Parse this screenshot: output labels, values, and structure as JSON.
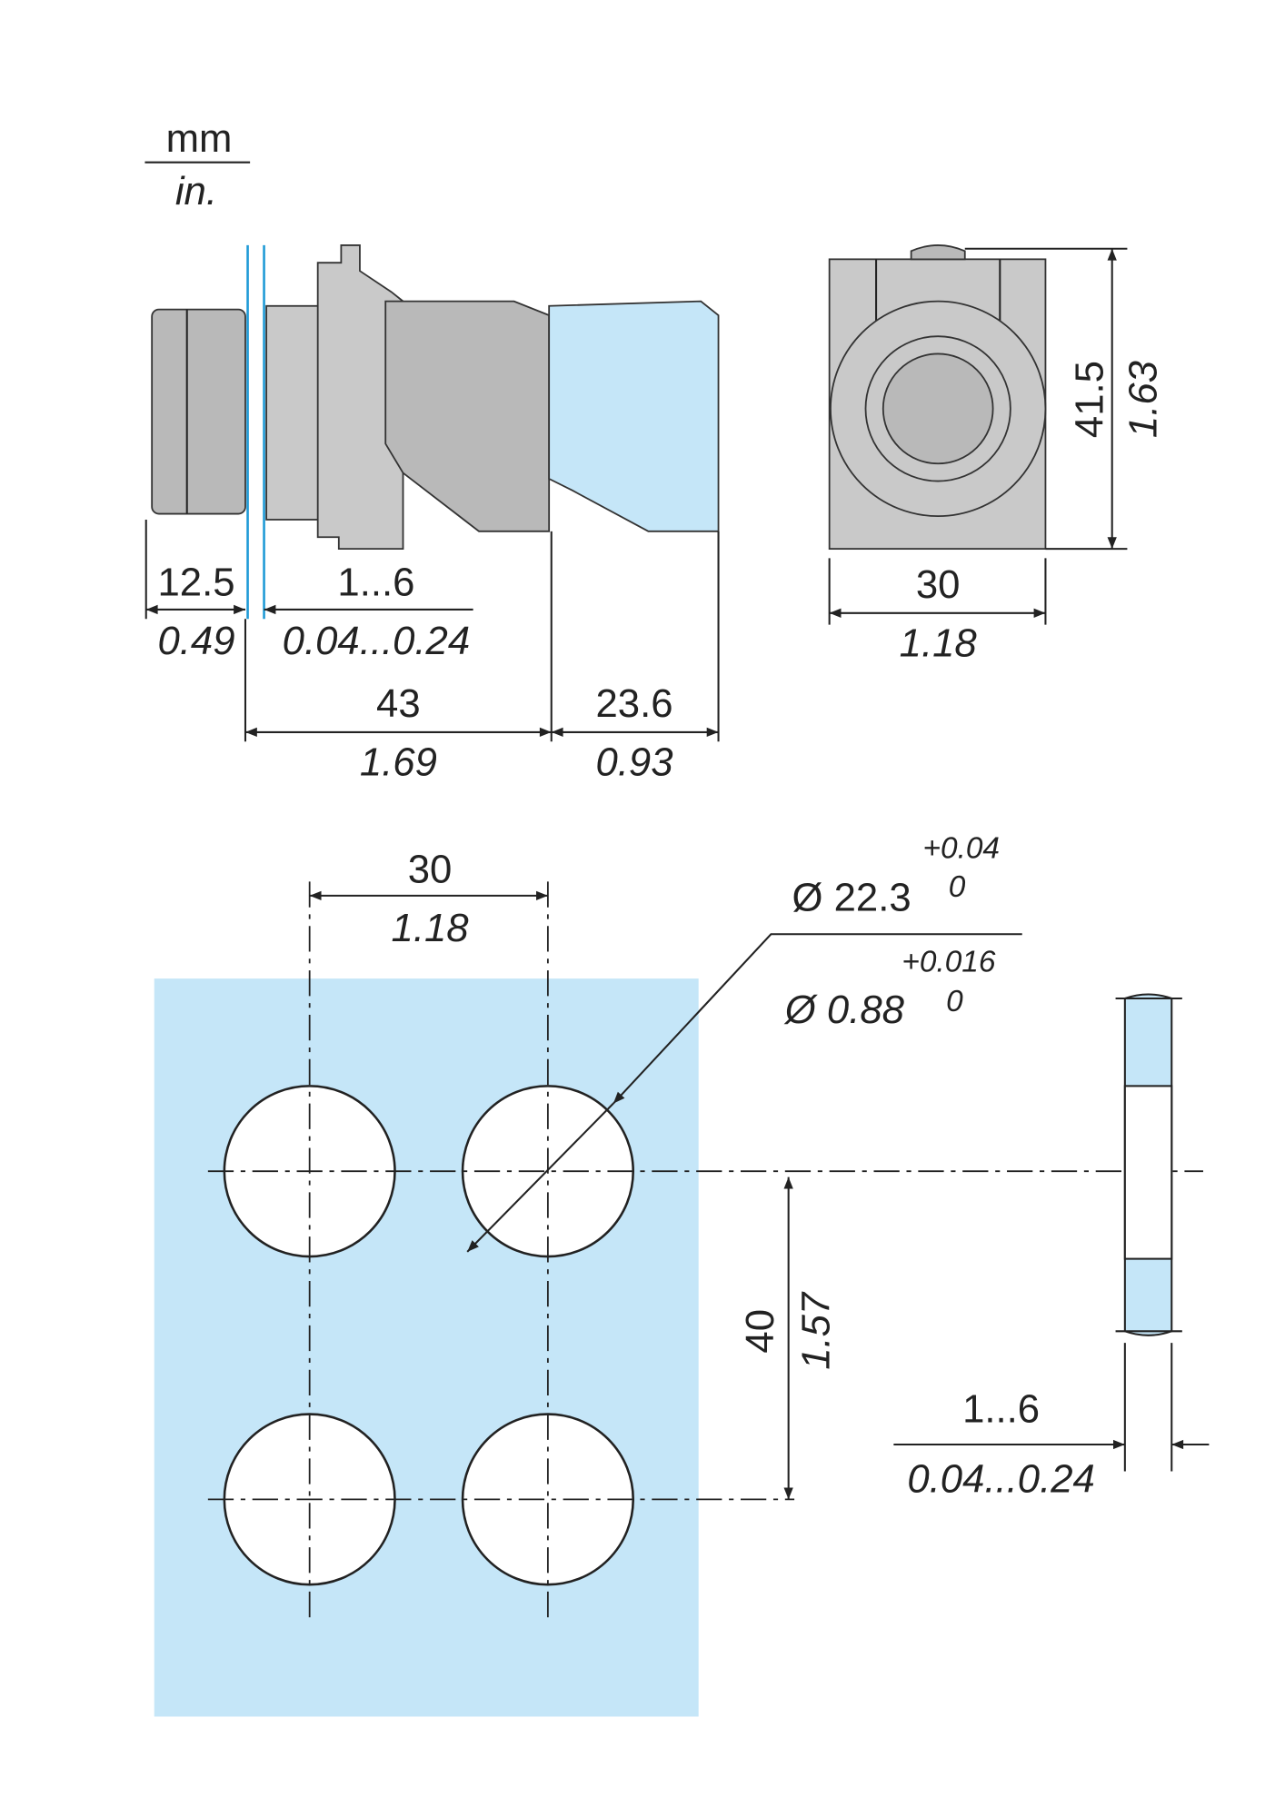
{
  "units": {
    "primary": "mm",
    "secondary": "in."
  },
  "side_view": {
    "head_depth": {
      "mm": "12.5",
      "in": "0.49"
    },
    "panel_thickness": {
      "mm": "1...6",
      "in": "0.04...0.24"
    },
    "body_depth": {
      "mm": "43",
      "in": "1.69"
    },
    "extra_block_depth": {
      "mm": "23.6",
      "in": "0.93"
    }
  },
  "front_view": {
    "width": {
      "mm": "30",
      "in": "1.18"
    },
    "height": {
      "mm": "41.5",
      "in": "1.63"
    }
  },
  "panel_cutout": {
    "horizontal_spacing": {
      "mm": "30",
      "in": "1.18"
    },
    "vertical_spacing": {
      "mm": "40",
      "in": "1.57"
    },
    "hole_diameter_mm": {
      "symbol": "Ø",
      "value": "Ø 22.3",
      "tol_upper": "+0.04",
      "tol_lower": "0"
    },
    "hole_diameter_in": {
      "value": "Ø 0.88",
      "tol_upper": "+0.016",
      "tol_lower": "0"
    },
    "panel_thickness": {
      "mm": "1...6",
      "in": "0.04...0.24"
    }
  },
  "colors": {
    "panel": "#c5e6f8",
    "guide": "#1e9ad6",
    "body": "#b9b9b9"
  }
}
